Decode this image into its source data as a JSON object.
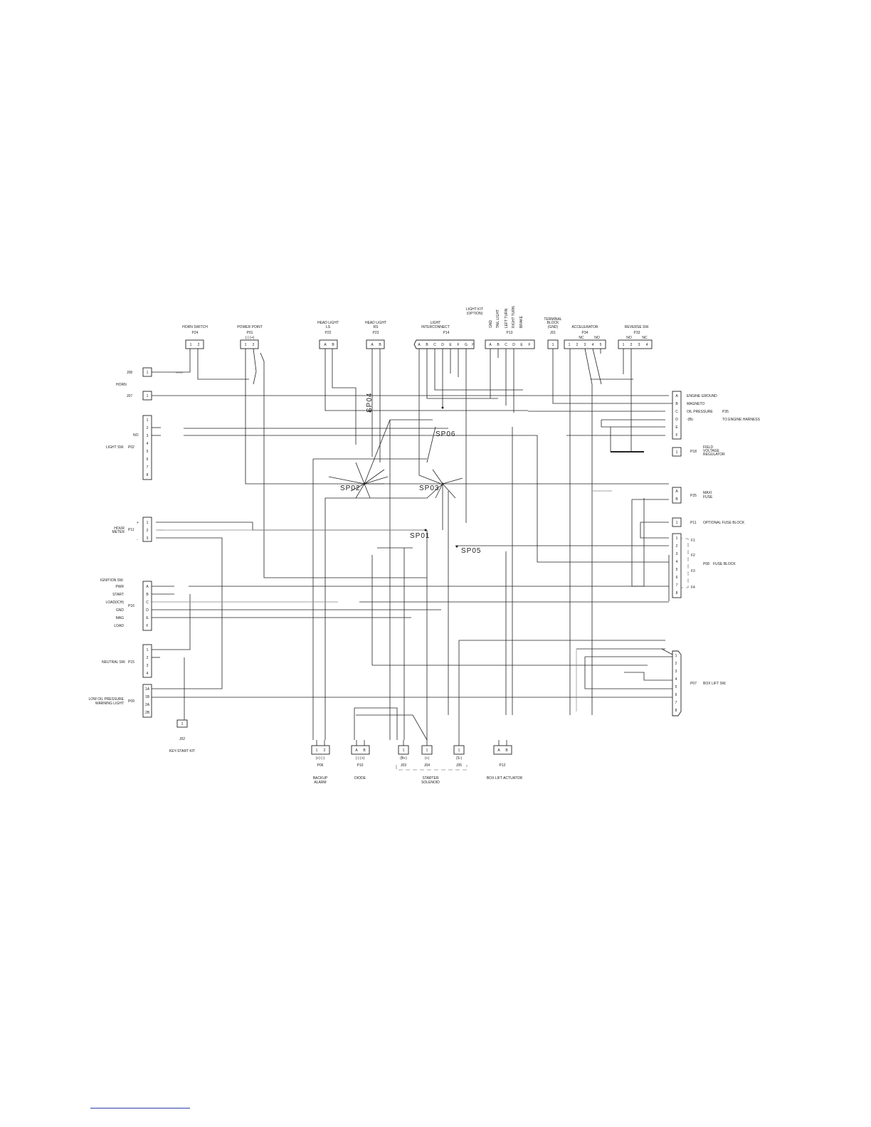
{
  "top": {
    "light_kit": [
      "LIGHT KIT",
      "(OPTION)"
    ],
    "horn_switch": [
      "HORN SWITCH",
      "P24"
    ],
    "power_point": [
      "POWER POINT",
      "P01",
      "(-)  (+)"
    ],
    "head_light_ls": [
      "HEAD LIGHT",
      "LS",
      "P22"
    ],
    "head_light_rs": [
      "HEAD LIGHT",
      "RS",
      "P23"
    ],
    "light_interconnect": [
      "LIGHT",
      "INTERCONNECT",
      "P14"
    ],
    "p13": "P13",
    "p13_columns": [
      "GND",
      "TAIL LIGHT",
      "LEFT TURN",
      "RIGHT TURN",
      "BRAKE"
    ],
    "terminal_block": [
      "TERMINAL",
      "BLOCK",
      "(GND)",
      "J01"
    ],
    "accelerator": [
      "ACCELERATOR",
      "P34",
      "NC",
      "NO"
    ],
    "reverse_sw": [
      "REVERSE SW.",
      "P33",
      "NO",
      "NC"
    ]
  },
  "pins": {
    "p24": [
      "1",
      "2"
    ],
    "p01": [
      "1",
      "2"
    ],
    "p22": [
      "A",
      "B"
    ],
    "p23": [
      "A",
      "B"
    ],
    "p14": [
      "A",
      "B",
      "C",
      "D",
      "E",
      "F",
      "G",
      "H"
    ],
    "p13": [
      "A",
      "B",
      "C",
      "D",
      "E",
      "F"
    ],
    "j01": [
      "1"
    ],
    "p34": [
      "1",
      "2",
      "3",
      "4",
      "5"
    ],
    "p33": [
      "1",
      "2",
      "3",
      "4"
    ],
    "j08": [
      "1"
    ],
    "j07": [
      "1"
    ],
    "p02": [
      "1",
      "2",
      "3",
      "4",
      "5",
      "6",
      "7",
      "8"
    ],
    "p11": [
      "1",
      "2",
      "3"
    ],
    "p16": [
      "A",
      "B",
      "C",
      "D",
      "E",
      "F"
    ],
    "p15": [
      "1",
      "2",
      "3",
      "4"
    ],
    "p09": [
      "1A",
      "1B",
      "2A",
      "2B"
    ],
    "j02": [
      "1"
    ],
    "p06": [
      "1",
      "2"
    ],
    "p10": [
      "A",
      "B"
    ],
    "j03": [
      "1"
    ],
    "j04": [
      "1"
    ],
    "j05": [
      "1"
    ],
    "p12": [
      "A",
      "B"
    ],
    "p35": [
      "A",
      "B",
      "C",
      "D",
      "E",
      "F"
    ],
    "p18": [
      "1"
    ],
    "p25": [
      "A",
      "B"
    ],
    "p11r": [
      "1"
    ],
    "p08": [
      "1",
      "2",
      "3",
      "4",
      "5",
      "6",
      "7",
      "8"
    ],
    "p07": [
      "1",
      "2",
      "3",
      "4",
      "5",
      "6",
      "7",
      "8"
    ]
  },
  "left": {
    "j08": "J08",
    "horn": "HORN",
    "j07": "J07",
    "no": "NO",
    "light_sw": "LIGHT SW.",
    "p02": "P02",
    "hour_meter": [
      "HOUR",
      "METER"
    ],
    "p11": "P11",
    "p11_marks": [
      "+",
      "-"
    ],
    "ignition": [
      "IGNITION SW.",
      "PWR",
      "START",
      "LOAD(ICH)",
      "GND",
      "MAG",
      "LOAD"
    ],
    "p16": "P16",
    "neutral_sw": "NEUTRAL SW.",
    "p15": "P15",
    "low_oil": [
      "LOW OIL PRESSURE",
      "WARNING LIGHT"
    ],
    "p09": "P09",
    "j02": "J02",
    "key_start_kit": "KEY-START KIT"
  },
  "right": {
    "p35_signals": [
      "ENGINE GROUND",
      "MAGNETO",
      "OIL PRESSURE",
      "-(B)-"
    ],
    "p35": "P35",
    "to_engine_harness": "TO ENGINE HARNESS",
    "p18": "P18",
    "field_voltage": [
      "FIELD",
      "VOLTAGE",
      "REGULATOR"
    ],
    "p25": "P25",
    "maxi_fuse": [
      "MAXI",
      "FUSE"
    ],
    "p11r": "P11",
    "optional_fuse_block": "OPTIONAL FUSE BLOCK",
    "fuses": [
      "F1",
      "F2",
      "F3",
      "F4"
    ],
    "p08": "P08",
    "fuse_block": "FUSE BLOCK",
    "p07": "P07",
    "box_lift_sw": "BOX LIFT SW."
  },
  "bottom": {
    "p06_marks": "(+)    (-)",
    "p06": "P06",
    "backup_alarm": [
      "BACKUP",
      "ALARM"
    ],
    "p10_marks": "(-)    (+)",
    "p10": "P10",
    "diode": "DIODE",
    "j03_mark": "(B+)",
    "j04_mark": "(+)",
    "j05_mark": "(S-)",
    "j03": "J03",
    "j04": "J04",
    "j05": "J05",
    "starter_solenoid": [
      "STARTER",
      "SOLENOID"
    ],
    "p12": "P12",
    "box_lift_actuator": "BOX LIFT ACTUATOR"
  },
  "splices": [
    "SP04",
    "SP06",
    "SP02",
    "SP03",
    "SP01",
    "SP05"
  ]
}
